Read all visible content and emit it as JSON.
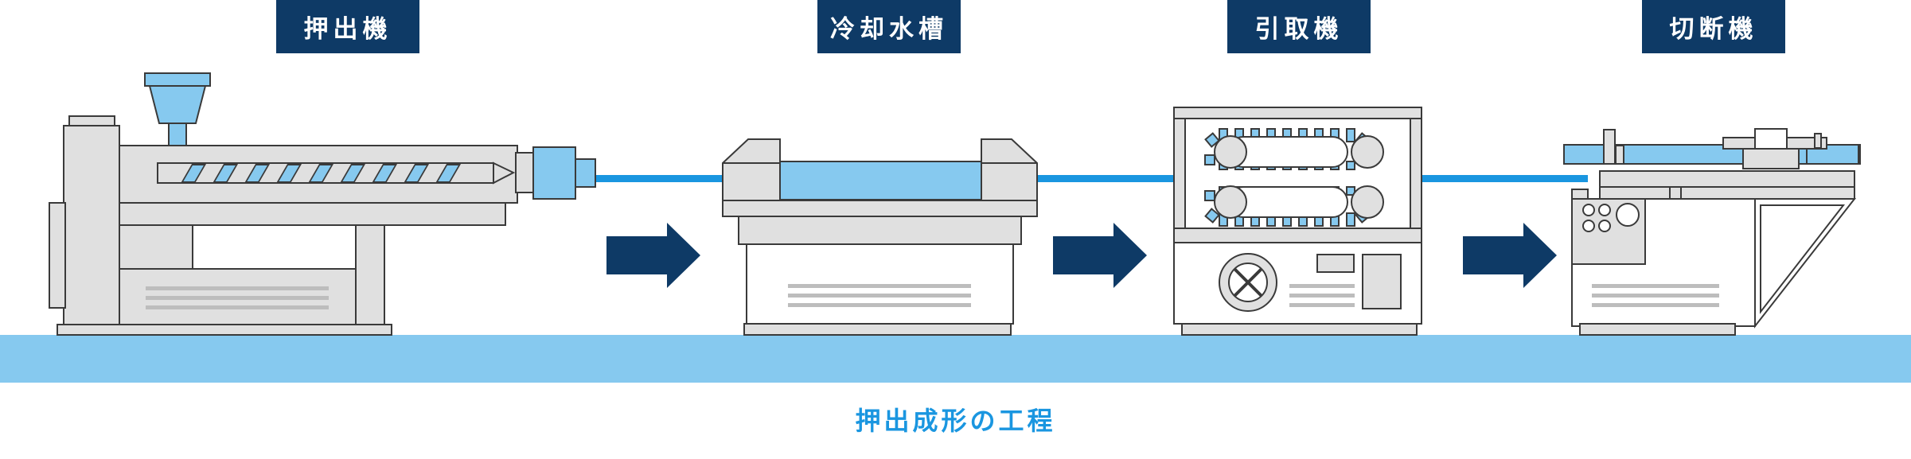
{
  "stages": [
    {
      "label": "押出機"
    },
    {
      "label": "冷却水槽"
    },
    {
      "label": "引取機"
    },
    {
      "label": "切断機"
    }
  ],
  "caption": "押出成形の工程",
  "colors": {
    "label_bg": "#0e3a66",
    "label_text": "#ffffff",
    "machine_fill": "#e0e0e0",
    "machine_stroke": "#3a3a3a",
    "accent_light": "#86c9ef",
    "product_line": "#1a96e0",
    "arrow": "#0e3a66",
    "ground": "#86c9ef",
    "caption_text": "#1a96e0"
  }
}
